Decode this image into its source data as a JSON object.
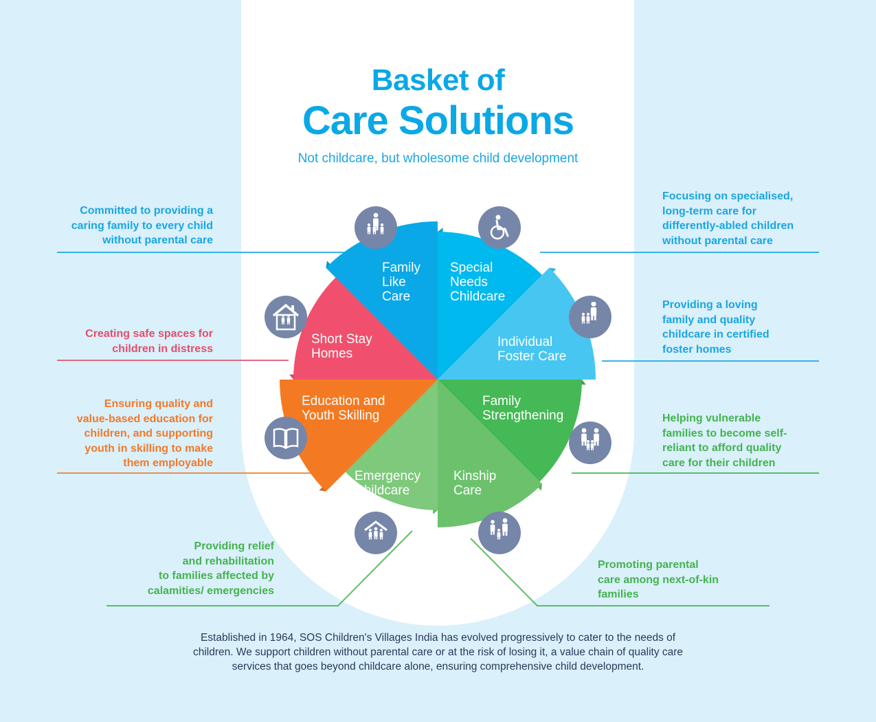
{
  "header": {
    "title_line1": "Basket of",
    "title_line2": "Care Solutions",
    "subtitle": "Not childcare, but wholesome child development"
  },
  "colors": {
    "title": "#0aa8e6",
    "family_like_care": "#0aa8e6",
    "special_needs": "#00b9ee",
    "foster_care": "#48c6f2",
    "family_strengthening": "#45b955",
    "kinship_care": "#6cc26c",
    "emergency_childcare": "#7ec97b",
    "education": "#f37a22",
    "short_stay": "#f0506e",
    "icon_bg": "#7686a8",
    "background": "#daf0fb"
  },
  "segments": [
    {
      "label_lines": [
        "Family",
        "Like",
        "Care"
      ],
      "icon": "mother-with-children-icon",
      "description": [
        "Committed to providing a",
        "caring family to every child",
        "without parental care"
      ],
      "desc_color": "#1aa6e0"
    },
    {
      "label_lines": [
        "Special",
        "Needs",
        "Childcare"
      ],
      "icon": "wheelchair-icon",
      "description": [
        "Focusing on specialised,",
        "long-term care for",
        "differently-abled children",
        "without parental care"
      ],
      "desc_color": "#1aa6e0"
    },
    {
      "label_lines": [
        "Individual",
        "Foster Care"
      ],
      "icon": "foster-parent-icon",
      "description": [
        "Providing a loving",
        "family and quality",
        "childcare in certified",
        "foster homes"
      ],
      "desc_color": "#1aa6e0"
    },
    {
      "label_lines": [
        "Family",
        "Strengthening"
      ],
      "icon": "family-icon",
      "description": [
        "Helping vulnerable",
        "families to become self-",
        "reliant to afford quality",
        "care for their children"
      ],
      "desc_color": "#45b34f"
    },
    {
      "label_lines": [
        "Kinship",
        "Care"
      ],
      "icon": "kinship-family-icon",
      "description": [
        "Promoting parental",
        "care among next-of-kin",
        "families"
      ],
      "desc_color": "#45b34f"
    },
    {
      "label_lines": [
        "Emergency",
        "Childcare"
      ],
      "icon": "sheltered-family-icon",
      "description": [
        "Providing relief",
        "and rehabilitation",
        "to families affected by",
        "calamities/ emergencies"
      ],
      "desc_color": "#45b34f"
    },
    {
      "label_lines": [
        "Education and",
        "Youth Skilling"
      ],
      "icon": "book-icon",
      "description": [
        "Ensuring quality and",
        "value-based education for",
        "children, and supporting",
        "youth in skilling to make",
        "them employable"
      ],
      "desc_color": "#f07a2a"
    },
    {
      "label_lines": [
        "Short Stay",
        "Homes"
      ],
      "icon": "house-with-people-icon",
      "description": [
        "Creating safe spaces for",
        "children in distress"
      ],
      "desc_color": "#e24f6b"
    }
  ],
  "footer": {
    "lines": [
      "Established in 1964, SOS Children's Villages India has evolved progressively to cater to the needs of",
      "children. We support children without parental care or at the risk of losing it, a value chain of quality care",
      "services that goes beyond childcare alone, ensuring comprehensive child development."
    ]
  }
}
